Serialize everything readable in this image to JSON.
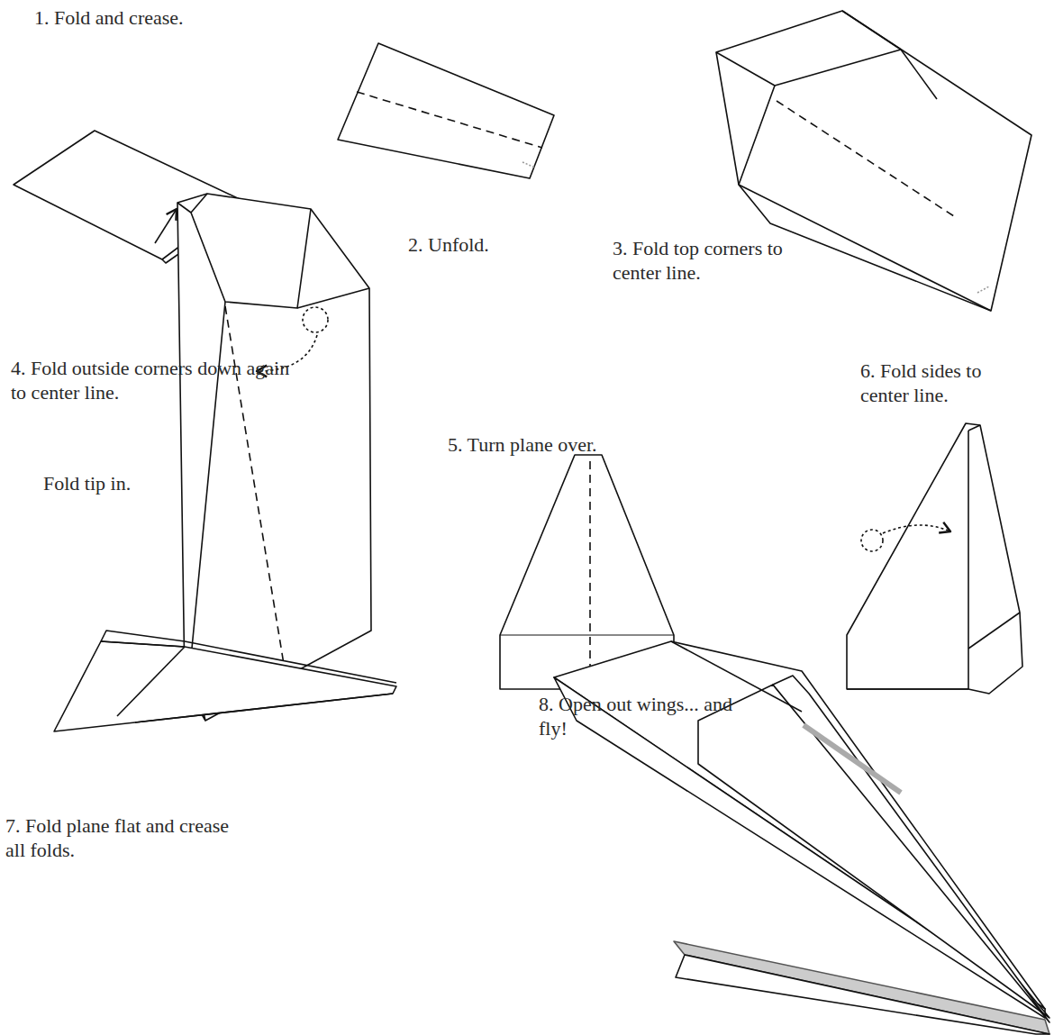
{
  "diagram": {
    "labels": [
      "1. Fold and crease.",
      "2. Unfold.",
      "3. Fold top corners to center line.",
      "4. Fold outside corners down again to center line.",
      "Fold tip in.",
      "5. Turn plane over.",
      "6. Fold sides to center line.",
      "7. Fold plane flat and crease all folds.",
      "8. Open out wings... and fly!"
    ]
  }
}
